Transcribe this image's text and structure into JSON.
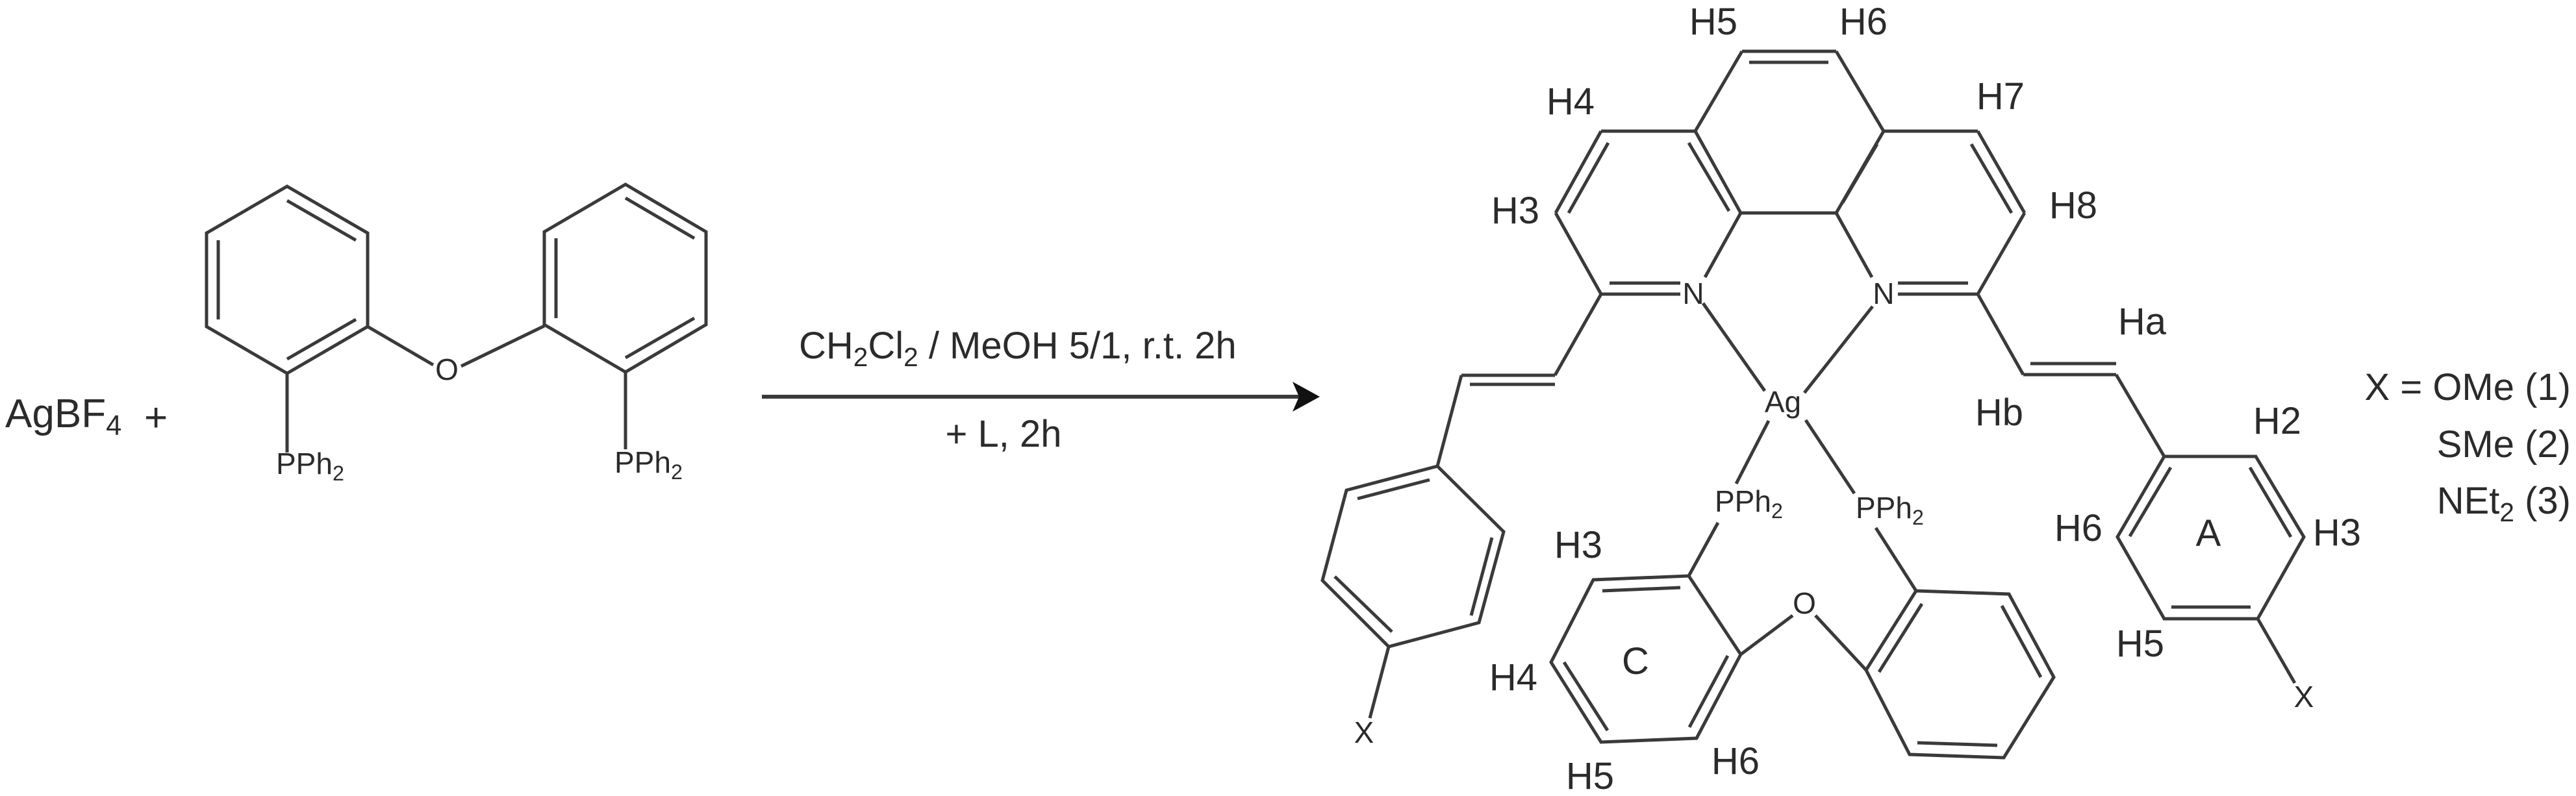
{
  "scheme": {
    "reactants": {
      "salt": {
        "base": "AgBF",
        "sub": "4"
      },
      "plus": "+",
      "ligand": {
        "bridge_atom": "O",
        "substituent_left": {
          "base": "PPh",
          "sub": "2"
        },
        "substituent_right": {
          "base": "PPh",
          "sub": "2"
        }
      }
    },
    "arrow": {
      "conditions_above": {
        "parts": [
          {
            "text": "CH"
          },
          {
            "sub": "2"
          },
          {
            "text": "Cl"
          },
          {
            "sub": "2"
          },
          {
            "text": " / MeOH 5/1, r.t. 2h"
          }
        ],
        "plain": "CH2Cl2 / MeOH 5/1, r.t. 2h"
      },
      "conditions_below": "+ L, 2h"
    },
    "product": {
      "metal": "Ag",
      "nitrogen_left": "N",
      "nitrogen_right": "N",
      "phosphine_left": {
        "base": "PPh",
        "sub": "2"
      },
      "phosphine_right": {
        "base": "PPh",
        "sub": "2"
      },
      "bridge_oxygen": "O",
      "phen_labels": {
        "h3": "H3",
        "h4": "H4",
        "h5": "H5",
        "h6": "H6",
        "h7": "H7",
        "h8": "H8"
      },
      "vinyl_labels": {
        "ha": "Ha",
        "hb": "Hb"
      },
      "ring_a": {
        "name": "A",
        "h2": "H2",
        "h3": "H3",
        "h5": "H5",
        "h6": "H6",
        "substituent": "X"
      },
      "ring_c": {
        "name": "C",
        "h3": "H3",
        "h4": "H4",
        "h5": "H5",
        "h6": "H6"
      },
      "left_aryl_substituent": "X"
    },
    "legend": {
      "items": [
        {
          "prefix": "X = ",
          "group": "OMe",
          "sub": "",
          "number": " (1)"
        },
        {
          "prefix": "",
          "group": "SMe",
          "sub": "",
          "number": " (2)"
        },
        {
          "prefix": "",
          "group": "NEt",
          "sub": "2",
          "number": " (3)"
        }
      ]
    }
  }
}
